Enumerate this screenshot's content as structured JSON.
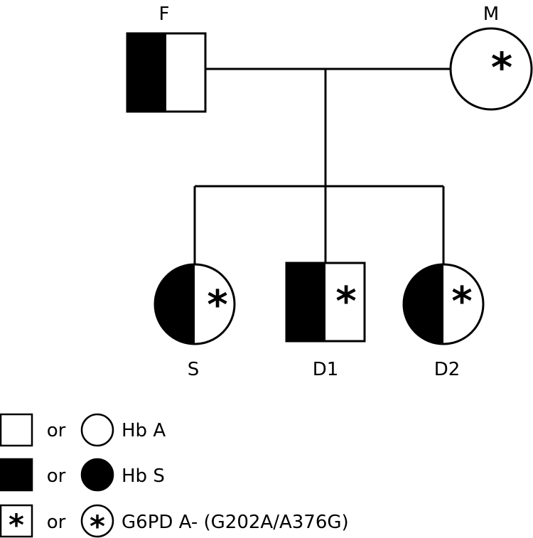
{
  "colors": {
    "affected": "#000000",
    "unaffected": "#ffffff",
    "line": "#000000"
  },
  "pedigree": {
    "father": {
      "label": "F",
      "shape": "square",
      "hb": "half-filled-left"
    },
    "mother": {
      "label": "M",
      "shape": "circle",
      "hb": "open",
      "g6pd": "*"
    },
    "children": [
      {
        "label": "S",
        "shape": "circle",
        "hb": "half-filled-left",
        "g6pd": "*"
      },
      {
        "label": "D1",
        "shape": "square",
        "hb": "half-filled-left",
        "g6pd": "*"
      },
      {
        "label": "D2",
        "shape": "circle",
        "hb": "half-filled-left",
        "g6pd": "*"
      }
    ]
  },
  "legend": {
    "items": [
      {
        "or": "or",
        "text": "Hb A"
      },
      {
        "or": "or",
        "text": "Hb S"
      },
      {
        "or": "or",
        "text": "G6PD A- (G202A/A376G)",
        "symbol": "*"
      }
    ]
  }
}
